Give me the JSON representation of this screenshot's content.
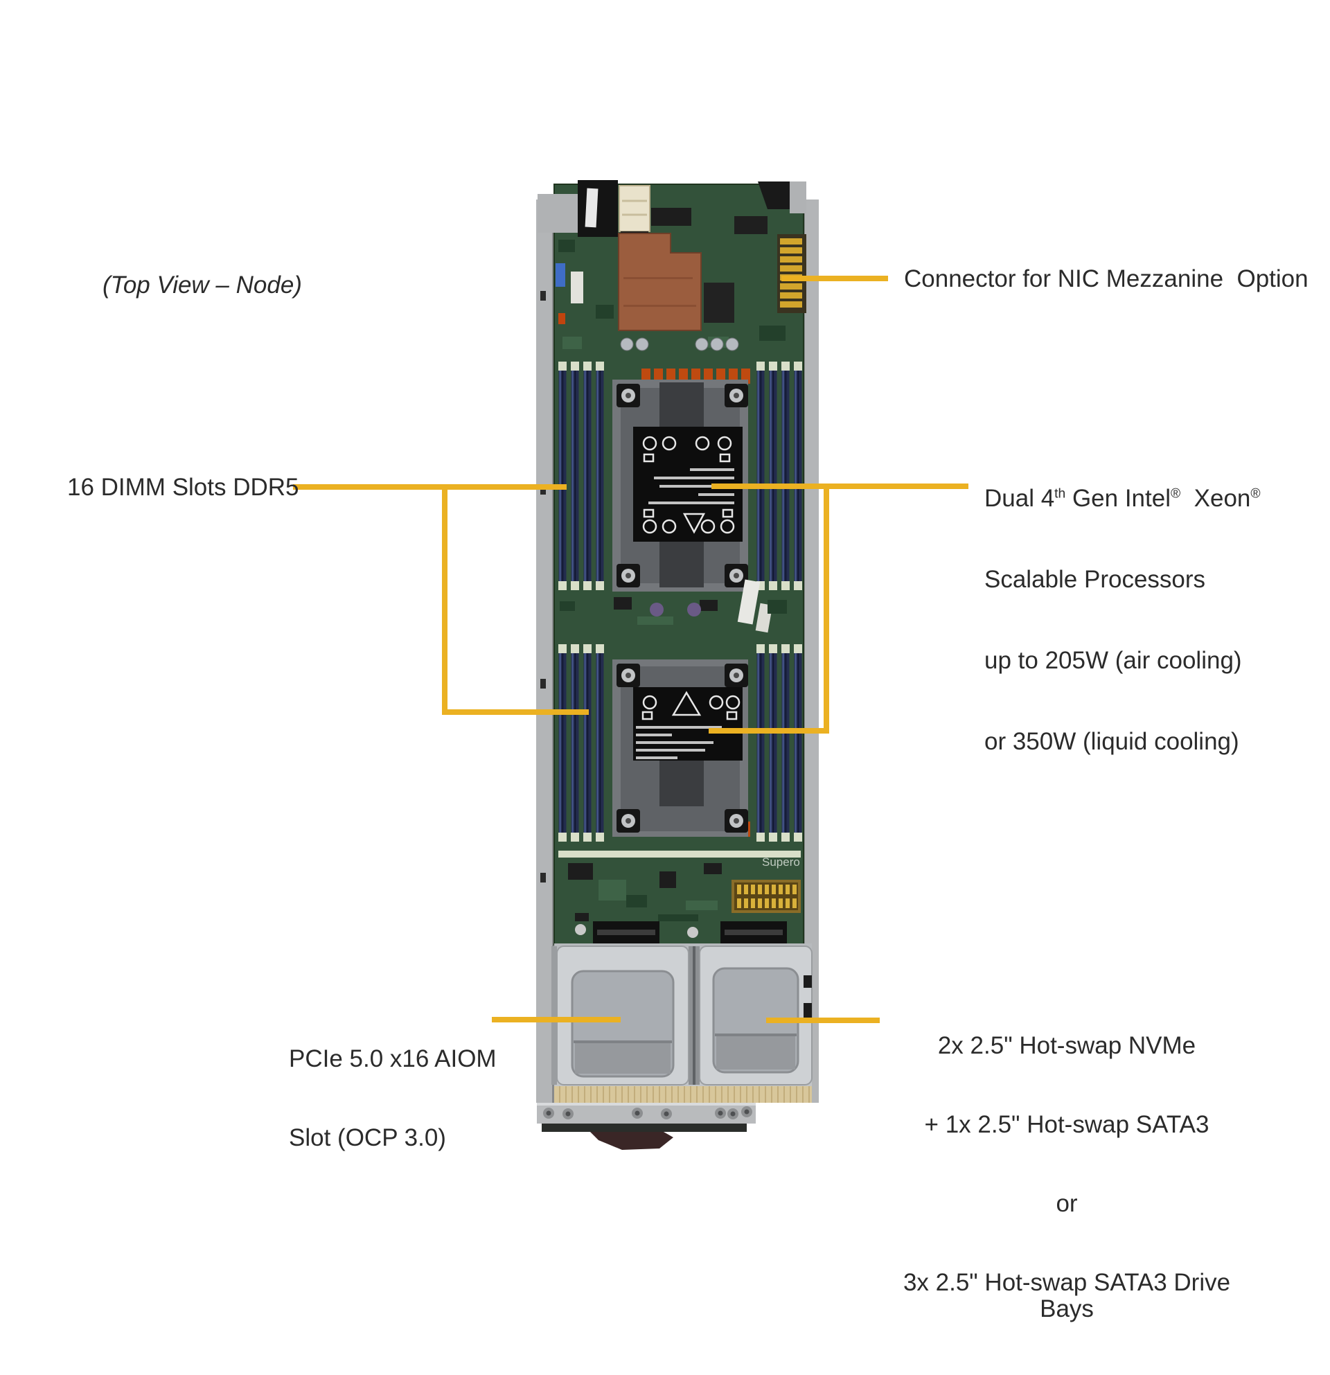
{
  "page": {
    "view_note": "(Top View – Node)"
  },
  "callouts": {
    "nic_label": "Connector for NIC Mezzanine  Option",
    "dimm_label": "16 DIMM Slots DDR5",
    "cpu": {
      "l1a": "Dual 4",
      "l1sup1": "th",
      "l1b": " Gen Intel",
      "l1sup2": "®",
      "l1c": "  Xeon",
      "l1sup3": "®",
      "l2": "Scalable Processors",
      "l3": "up to 205W (air cooling)",
      "l4": "or 350W (liquid cooling)"
    },
    "aiom": {
      "l1": "PCIe 5.0 x16 AIOM",
      "l2": "Slot (OCP 3.0)"
    },
    "drive": {
      "l1": "2x 2.5\" Hot-swap NVMe",
      "l2": "+ 1x 2.5\" Hot-swap SATA3",
      "l3": "or",
      "l4": "3x 2.5\" Hot-swap SATA3 Drive Bays"
    }
  },
  "board": {
    "logo": "Supero"
  },
  "colors": {
    "callout_line": "#EBB122",
    "pcb_green": "#33523A",
    "copper_heatsink": "#9B5D3E",
    "dimm_slot_blue": "#232C4E",
    "gold_connector": "#D2A52C",
    "text": "#2B2B2B"
  }
}
